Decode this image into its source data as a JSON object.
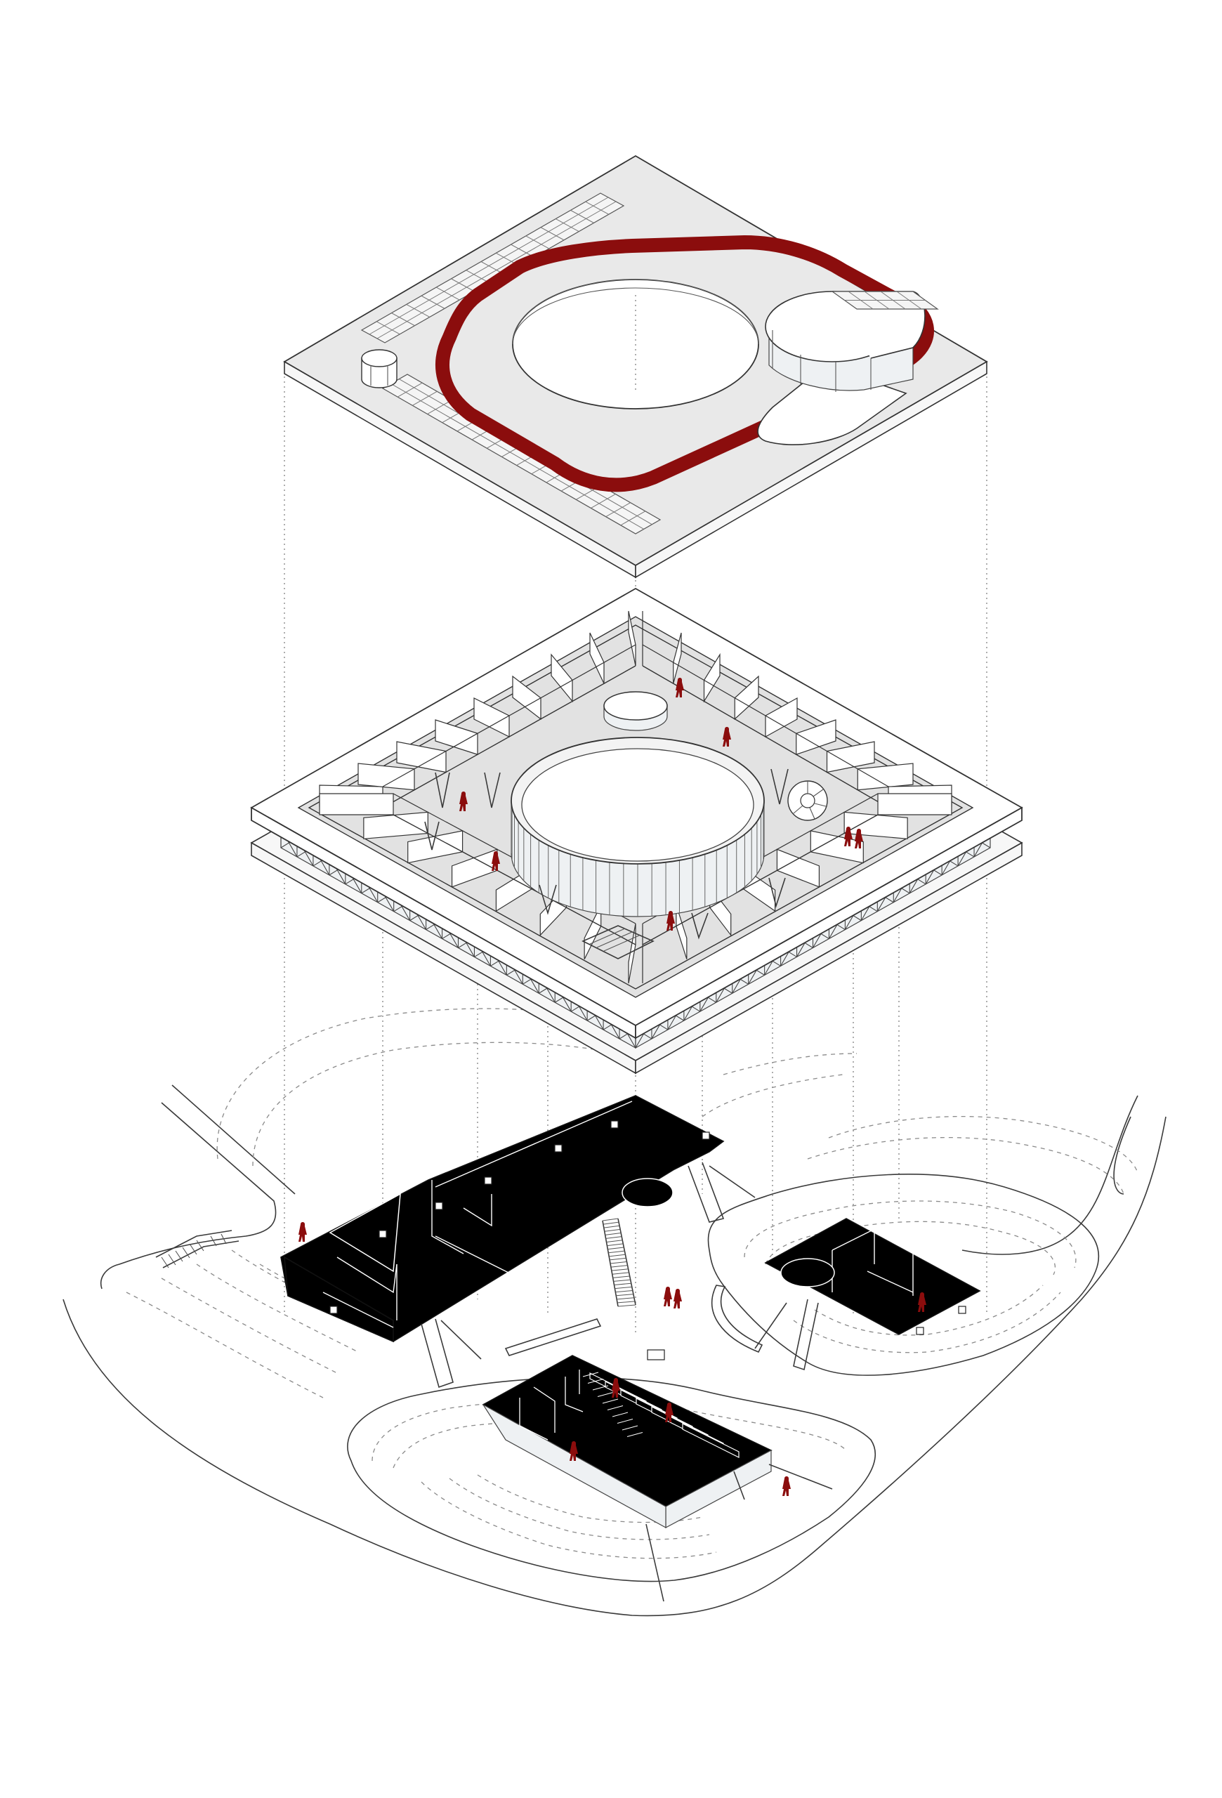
{
  "diagram": {
    "colors": {
      "background": "#ffffff",
      "roof_slab": "#e9e9e9",
      "running_track": "#8b0d0d",
      "people_figures": "#8b0d0d",
      "sunken_volumes": "#000000",
      "linework": "#333333"
    },
    "levels": [
      {
        "id": "roof"
      },
      {
        "id": "main-floor"
      },
      {
        "id": "ground-landscape"
      }
    ]
  }
}
